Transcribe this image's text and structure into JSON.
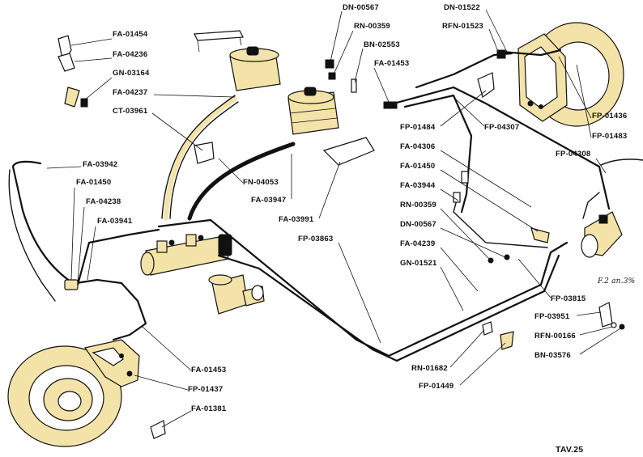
{
  "labels": {
    "fa01454": "FA-01454",
    "fa04236": "FA-04236",
    "gn03164": "GN-03164",
    "fa04237": "FA-04237",
    "ct03961": "CT-03961",
    "dn00567_top": "DN-00567",
    "rn00359_top": "RN-00359",
    "bn02553": "BN-02553",
    "fa01453_top": "FA-01453",
    "dn01522": "DN-01522",
    "rfn01523": "RFN-01523",
    "fp01436": "FP-01436",
    "fp01483": "FP-01483",
    "fp01484": "FP-01484",
    "fp04307": "FP-04307",
    "fp04308": "FP-04308",
    "fa04306": "FA-04306",
    "fa01450_right": "FA-01450",
    "fa03944": "FA-03944",
    "rn00359_mid": "RN-00359",
    "dn00567_mid": "DN-00567",
    "fa04239": "FA-04239",
    "gn01521": "GN-01521",
    "fa03942": "FA-03942",
    "fa01450_left": "FA-01450",
    "fa04238": "FA-04238",
    "fa03941": "FA-03941",
    "fn04053": "FN-04053",
    "fa03947": "FA-03947",
    "fa03991": "FA-03991",
    "fp03863": "FP-03863",
    "fp03815": "FP-03815",
    "fp03951": "FP-03951",
    "rfn00166": "RFN-00166",
    "bn03576": "BN-03576",
    "fa01453_bottom": "FA-01453",
    "fp01437": "FP-01437",
    "fa01381": "FA-01381",
    "rn01682": "RN-01682",
    "fp01449": "FP-01449",
    "handwritten_note": "F.2 an.3%"
  },
  "plate": "TAV.25",
  "colors": {
    "part_fill": "#f3e3a8",
    "line": "#111111",
    "background": "#ffffff"
  }
}
